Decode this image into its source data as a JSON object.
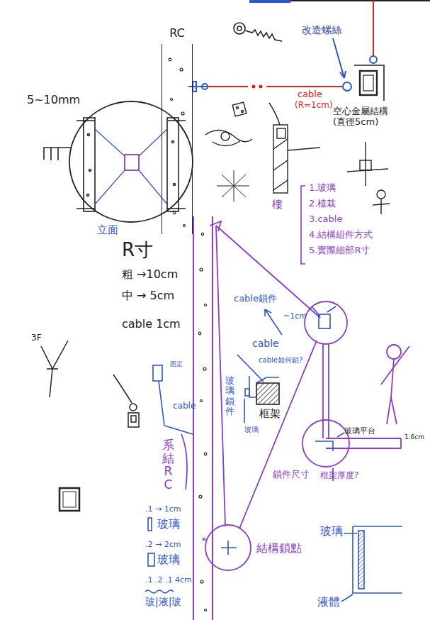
{
  "diagram": {
    "nodes": [
      {
        "text": [
          "RC"
        ]
      },
      {
        "text": [
          "立面"
        ]
      }
    ],
    "labels": [
      "5~10mm",
      "改造螺絲",
      "cable",
      "(R=1cm)",
      "空心金屬結構 (直徑5cm)",
      "R寸",
      "粗 →10cm",
      "中 → 5cm",
      "cable 1cm",
      "樓",
      "1.玻璃",
      "2.植栽",
      "3.cable",
      "4.結構組件方式",
      "5.實際細部R寸",
      "3F",
      "cable鎖件",
      "~1cm",
      "cable",
      "cable如何鎖?",
      "玻璃鎖件",
      "框架",
      "玻璃",
      "固定",
      "cable",
      "系結RC",
      ".1 → 1cm",
      "玻璃",
      ".2 → 2cm",
      "玻璃",
      ".1 .2 .1 4cm",
      "玻|液|玻",
      "玻璃平台",
      "1.6cm",
      "鎖件尺寸",
      "框架厚度?",
      "結構鎖點",
      "玻璃",
      "液體"
    ]
  }
}
